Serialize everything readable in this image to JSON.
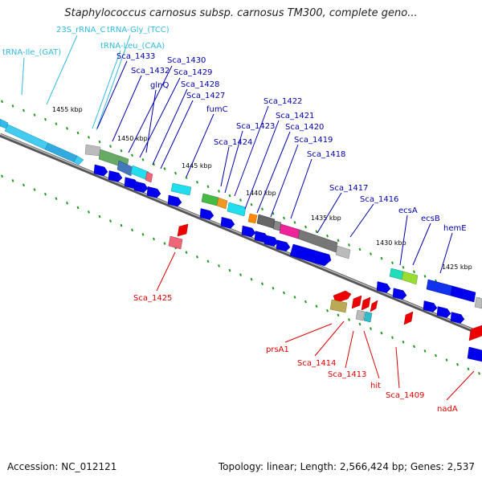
{
  "title": "Staphylococcus carnosus subsp. carnosus TM300, complete geno...",
  "footer": {
    "accession": "Accession: NC_012121",
    "summary": "Topology: linear; Length: 2,566,424 bp; Genes: 2,537"
  },
  "colors": {
    "plus_strand": "#0000ee",
    "minus_strand": "#ee0000",
    "rna": "#33bbdd",
    "backbone": "#777777",
    "ticks": "#229922"
  },
  "kbp_marks": [
    "1455 kbp",
    "1450 kbp",
    "1445 kbp",
    "1440 kbp",
    "1435 kbp",
    "1430 kbp",
    "1425 kbp"
  ],
  "rna_labels": [
    "tRNA-Ile_(GAT)",
    "23S_rRNA_C",
    "tRNA-Gly_(TCC)",
    "tRNA-Leu_(CAA)"
  ],
  "plus_labels": [
    "Sca_1433",
    "Sca_1432",
    "Sca_1430",
    "Sca_1429",
    "glnQ",
    "Sca_1428",
    "Sca_1427",
    "fumC",
    "Sca_1422",
    "Sca_1421",
    "Sca_1423",
    "Sca_1420",
    "Sca_1424",
    "Sca_1419",
    "Sca_1418",
    "Sca_1417",
    "Sca_1416",
    "ecsA",
    "ecsB",
    "hemE"
  ],
  "minus_labels": [
    "Sca_1425",
    "prsA1",
    "Sca_1414",
    "Sca_1413",
    "hit",
    "Sca_1409",
    "nadA"
  ]
}
